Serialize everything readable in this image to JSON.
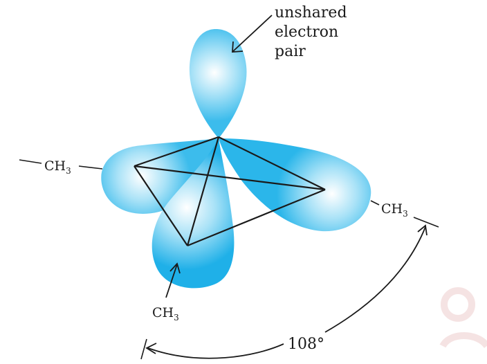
{
  "labels": {
    "lone_pair_line1": "unshared",
    "lone_pair_line2": "electron",
    "lone_pair_line3": "pair",
    "methyl_left": "CH",
    "methyl_right": "CH",
    "methyl_bottom": "CH",
    "subscript": "3",
    "angle": "108°"
  },
  "colors": {
    "orbital_core": "#ffffff",
    "orbital_mid": "#a9e2f7",
    "orbital_edge": "#2bb6ea",
    "line": "#1a1a1a",
    "watermark": "#f2dede"
  }
}
